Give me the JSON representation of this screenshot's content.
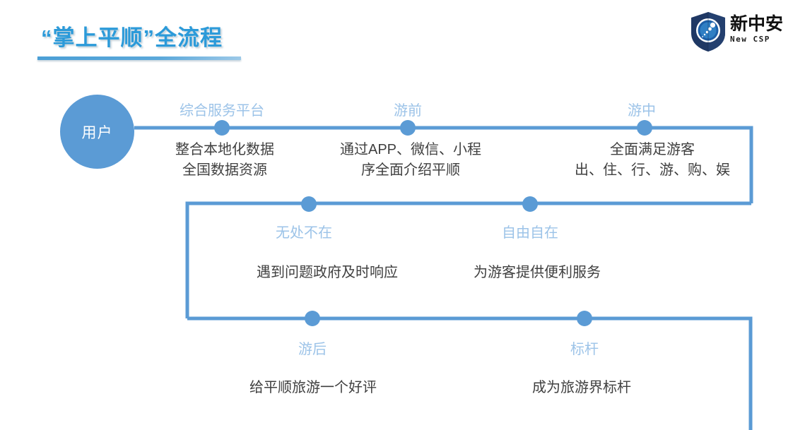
{
  "header": {
    "title": "“掌上平顺”全流程",
    "underline_color": "#4b9fd6",
    "title_color": "#2b9ad9"
  },
  "logo": {
    "name_cn": "新中安",
    "name_en": "New CSP",
    "shield_color": "#1f3864",
    "shield_icon": "shield-orbit-icon"
  },
  "diagram": {
    "type": "process-flow",
    "accent_color": "#5b9bd5",
    "label_color": "#9cc3e8",
    "desc_color": "#3f3f3f",
    "start_node": {
      "label": "用户"
    },
    "rows": [
      {
        "row": 1,
        "nodes": [
          {
            "title": "综合服务平台",
            "desc_lines": [
              "整合本地化数据",
              "全国数据资源"
            ]
          },
          {
            "title": "游前",
            "desc_lines": [
              "通过APP、微信、小程",
              "序全面介绍平顺"
            ]
          },
          {
            "title": "游中",
            "desc_lines": [
              "全面满足游客",
              "出、住、行、游、购、娱"
            ]
          }
        ]
      },
      {
        "row": 2,
        "nodes": [
          {
            "title": "无处不在",
            "desc_lines": [
              "遇到问题政府及时响应"
            ]
          },
          {
            "title": "自由自在",
            "desc_lines": [
              "为游客提供便利服务"
            ]
          }
        ]
      },
      {
        "row": 3,
        "nodes": [
          {
            "title": "游后",
            "desc_lines": [
              "给平顺旅游一个好评"
            ]
          },
          {
            "title": "标杆",
            "desc_lines": [
              "成为旅游界标杆"
            ]
          }
        ]
      }
    ]
  }
}
